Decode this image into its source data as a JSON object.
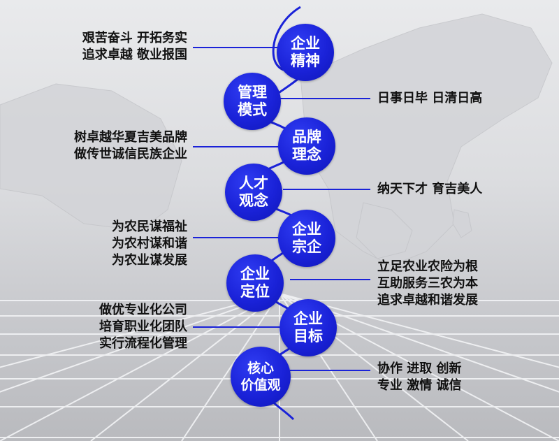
{
  "accent_color": "#1a22d8",
  "nodes": [
    {
      "title": [
        "企业",
        "精神"
      ],
      "desc": [
        "艰苦奋斗 开拓务实",
        "追求卓越 敬业报国"
      ],
      "side": "left"
    },
    {
      "title": [
        "管理",
        "模式"
      ],
      "desc": [
        "日事日毕 日清日高"
      ],
      "side": "right"
    },
    {
      "title": [
        "品牌",
        "理念"
      ],
      "desc": [
        "树卓越华夏吉美品牌",
        "做传世诚信民族企业"
      ],
      "side": "left"
    },
    {
      "title": [
        "人才",
        "观念"
      ],
      "desc": [
        "纳天下才 育吉美人"
      ],
      "side": "right"
    },
    {
      "title": [
        "企业",
        "宗企"
      ],
      "desc": [
        "为农民谋福祉",
        "为农村谋和谐",
        "为农业谋发展"
      ],
      "side": "left"
    },
    {
      "title": [
        "企业",
        "定位"
      ],
      "desc": [
        "立足农业农险为根",
        "互助服务三农为本",
        "追求卓越和谐发展"
      ],
      "side": "right"
    },
    {
      "title": [
        "企业",
        "目标"
      ],
      "desc": [
        "做优专业化公司",
        "培育职业化团队",
        "实行流程化管理"
      ],
      "side": "left"
    },
    {
      "title": [
        "核心",
        "价值观"
      ],
      "desc": [
        "协作 进取 创新",
        "专业 激情 诚信"
      ],
      "side": "right"
    }
  ]
}
